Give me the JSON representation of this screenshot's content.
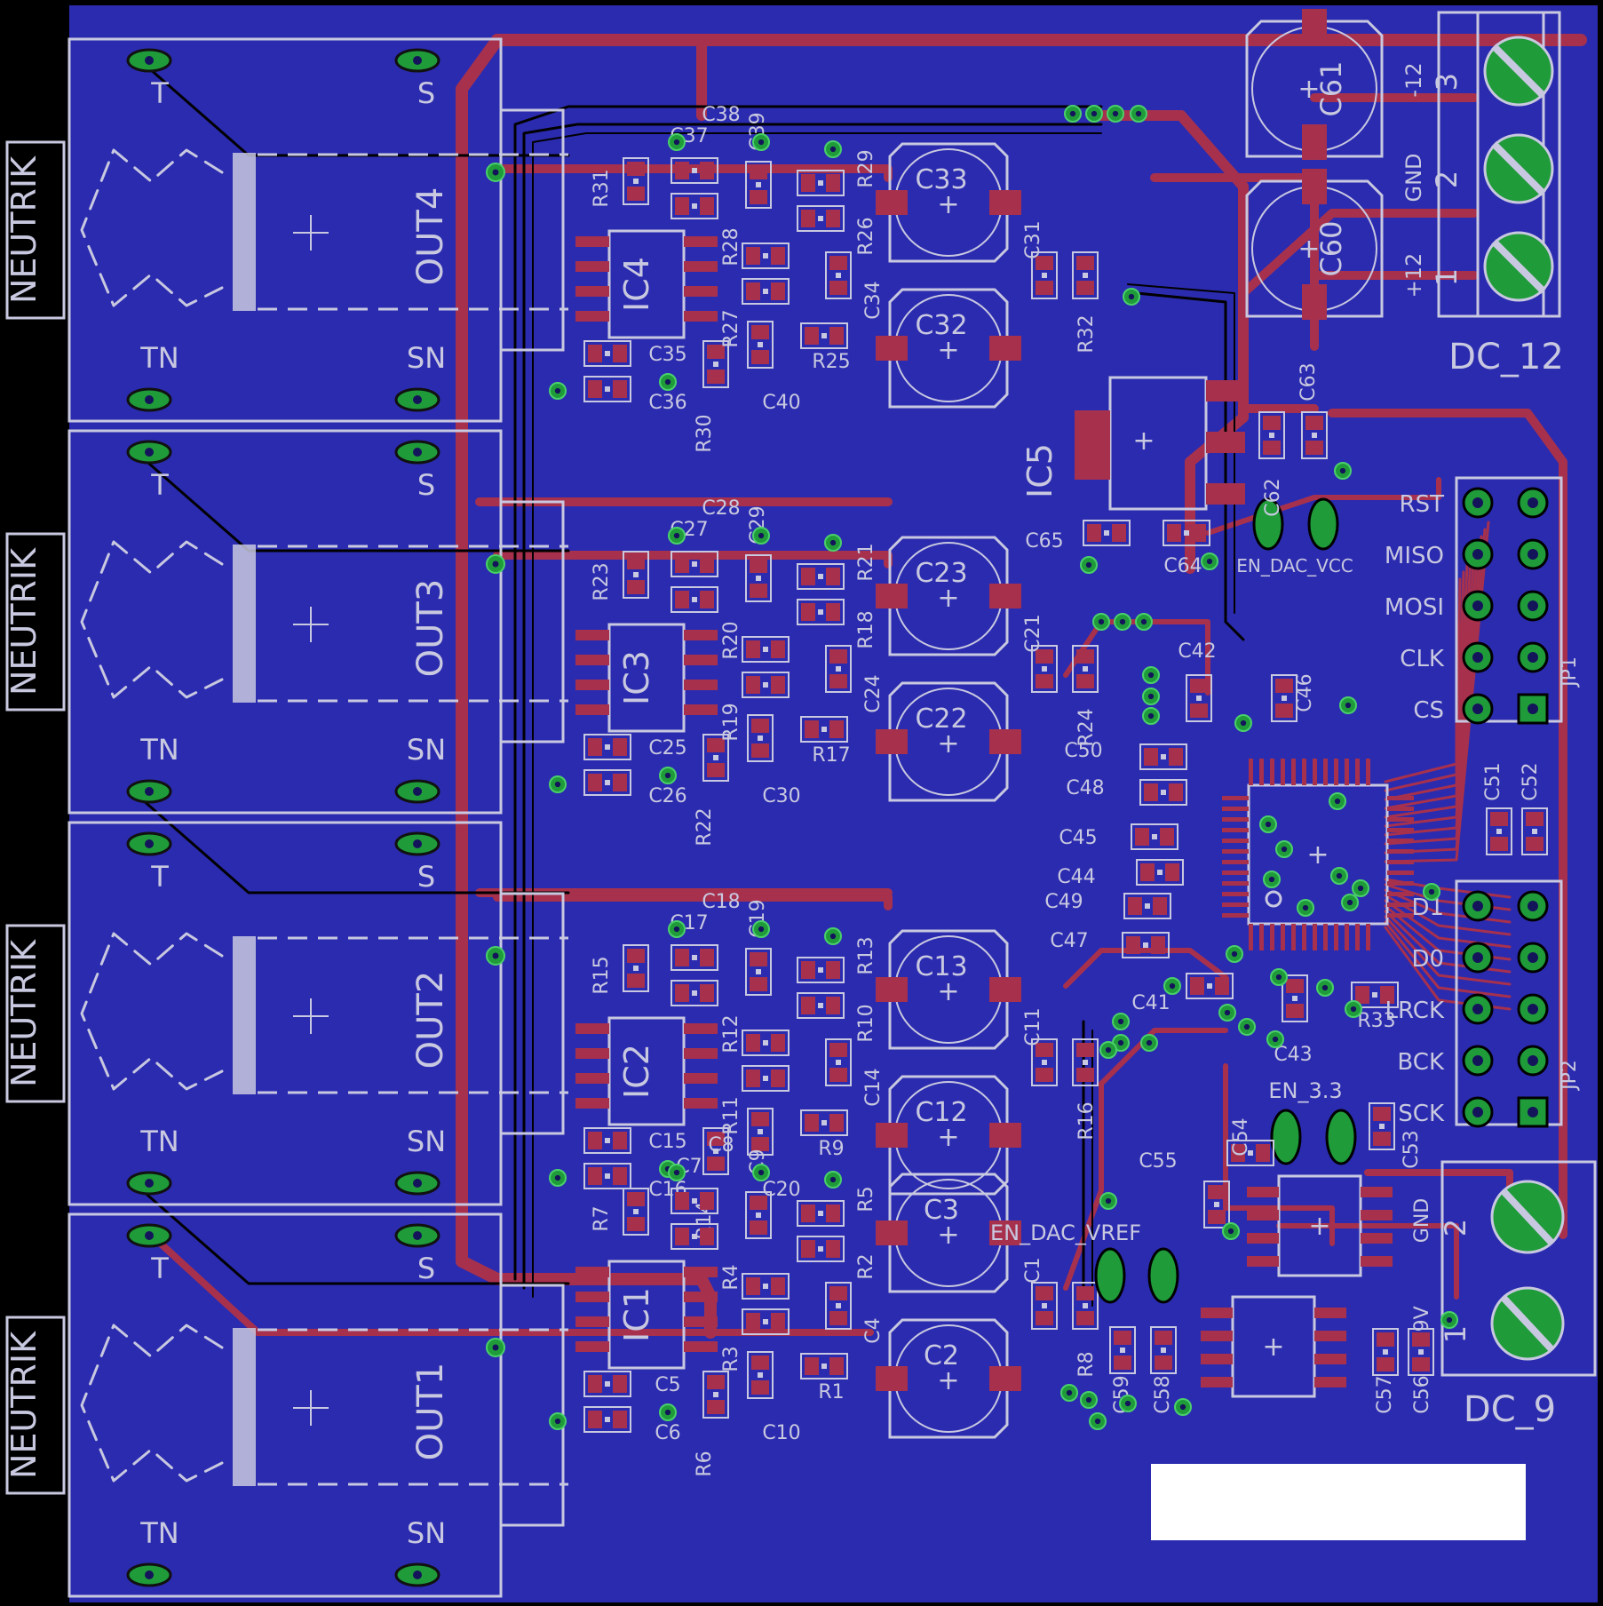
{
  "colors": {
    "background": "#000000",
    "board": "#2b2bb0",
    "trace": "#a7314d",
    "pad": "#a7314d",
    "silk": "#c8c8e0",
    "via": "#1f9b3a",
    "via_ring": "#4ad06a",
    "hole": "#14145a",
    "blackline": "#000000",
    "label_box": "#ffffff"
  },
  "jacks": [
    {
      "brand": "NEUTRIK",
      "name": "OUT4",
      "t": "T",
      "s": "S",
      "tn": "TN",
      "sn": "SN"
    },
    {
      "brand": "NEUTRIK",
      "name": "OUT3",
      "t": "T",
      "s": "S",
      "tn": "TN",
      "sn": "SN"
    },
    {
      "brand": "NEUTRIK",
      "name": "OUT2",
      "t": "T",
      "s": "S",
      "tn": "TN",
      "sn": "SN"
    },
    {
      "brand": "NEUTRIK",
      "name": "OUT1",
      "t": "T",
      "s": "S",
      "tn": "TN",
      "sn": "SN"
    }
  ],
  "channels": [
    {
      "ic": "IC4",
      "cap_big_top": "C33",
      "cap_big_bot": "C32",
      "labels": [
        "C38",
        "C37",
        "C39",
        "R31",
        "R29",
        "R26",
        "R28",
        "R27",
        "C34",
        "C35",
        "C36",
        "C40",
        "R30",
        "R25",
        "C31",
        "R32"
      ]
    },
    {
      "ic": "IC3",
      "cap_big_top": "C23",
      "cap_big_bot": "C22",
      "labels": [
        "C28",
        "C27",
        "C29",
        "R23",
        "R21",
        "R18",
        "R20",
        "R19",
        "C24",
        "C25",
        "C26",
        "C30",
        "R22",
        "R17",
        "C21",
        "R24"
      ]
    },
    {
      "ic": "IC2",
      "cap_big_top": "C13",
      "cap_big_bot": "C12",
      "labels": [
        "C18",
        "C17",
        "C19",
        "R15",
        "R13",
        "R10",
        "R12",
        "R11",
        "C14",
        "C15",
        "C16",
        "C20",
        "R14",
        "R9",
        "C11",
        "R16"
      ]
    },
    {
      "ic": "IC1",
      "cap_big_top": "C3",
      "cap_big_bot": "C2",
      "labels": [
        "C8",
        "C7",
        "C9",
        "R7",
        "R5",
        "R2",
        "R4",
        "R3",
        "C4",
        "C5",
        "C6",
        "C10",
        "R6",
        "R1",
        "C1",
        "R8"
      ]
    }
  ],
  "power": {
    "dc12": "DC_12",
    "dc12_pins": [
      "-12",
      "GND",
      "+12"
    ],
    "dc12_nums": [
      "3",
      "2",
      "1"
    ],
    "c61": "C61",
    "c60": "C60",
    "c63": "C63",
    "c62": "C62",
    "c64": "C64",
    "c65": "C65",
    "ic5": "IC5",
    "en_dac_vcc": "EN_DAC_VCC",
    "dc9": "DC_9",
    "dc9_pins": [
      "GND",
      "+9V"
    ],
    "dc9_nums": [
      "2",
      "1"
    ],
    "en_3v3": "EN_3.3",
    "en_dac_vref": "EN_DAC_VREF"
  },
  "mcu_caps": [
    "C42",
    "C46",
    "C50",
    "C48",
    "C45",
    "C44",
    "C49",
    "C47",
    "C41",
    "C43",
    "R33",
    "C51",
    "C52",
    "C55",
    "C54",
    "C53",
    "C59",
    "C58",
    "C57",
    "C56"
  ],
  "jp1": {
    "name": "JP1",
    "pins": [
      "RST",
      "MISO",
      "MOSI",
      "CLK",
      "CS"
    ]
  },
  "jp2": {
    "name": "JP2",
    "pins": [
      "D1",
      "D0",
      "LRCK",
      "BCK",
      "SCK"
    ]
  }
}
